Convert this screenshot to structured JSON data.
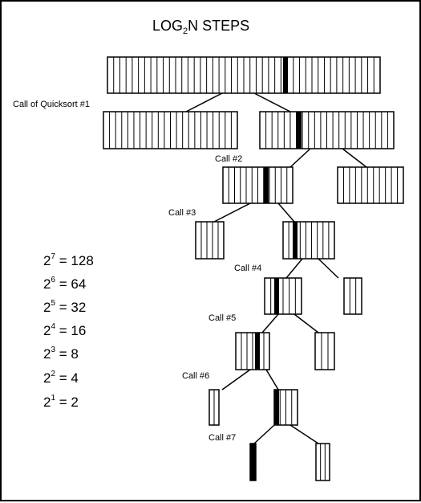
{
  "title": {
    "main": "LOG",
    "subscript": "2",
    "rest": "N  STEPS"
  },
  "calls": [
    "Call of Quicksort #1",
    "Call #2",
    "Call #3",
    "Call #4",
    "Call #5",
    "Call #6",
    "Call #7"
  ],
  "powers": [
    {
      "base": "2",
      "exp": "7",
      "value": " = 128"
    },
    {
      "base": "2",
      "exp": "6",
      "value": " = 64"
    },
    {
      "base": "2",
      "exp": "5",
      "value": " = 32"
    },
    {
      "base": "2",
      "exp": "4",
      "value": " = 16"
    },
    {
      "base": "2",
      "exp": "3",
      "value": " = 8"
    },
    {
      "base": "2",
      "exp": "2",
      "value": " = 4"
    },
    {
      "base": "2",
      "exp": "1",
      "value": " = 2"
    }
  ],
  "colors": {
    "line": "#000000",
    "background": "#ffffff"
  }
}
